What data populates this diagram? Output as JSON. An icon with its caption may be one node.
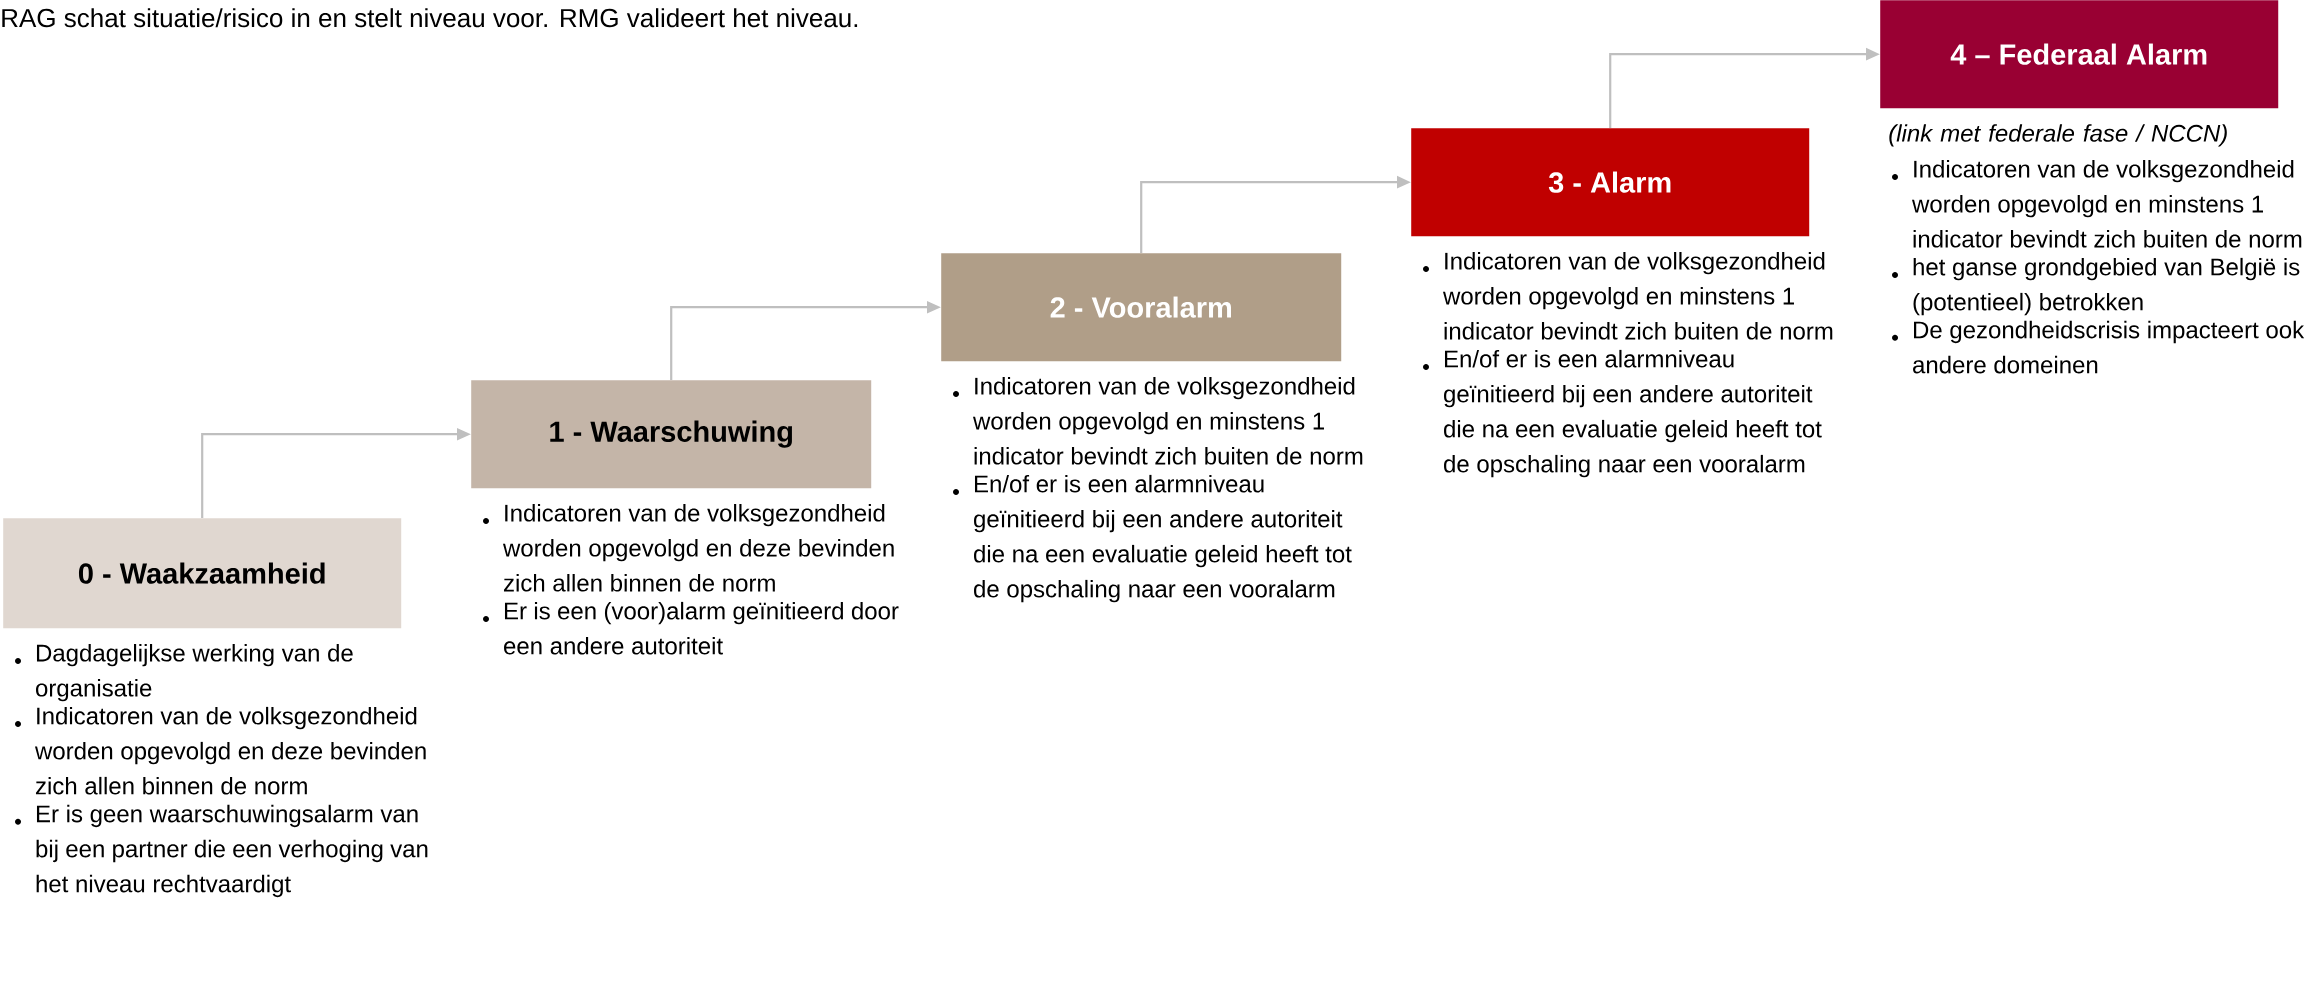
{
  "diagram": {
    "nodes": [
      {
        "text": [
          "0 - Waakzaamheid"
        ],
        "beside": [
          "Dagdagelijkse werking van de organisatie",
          "Indicatoren van de volksgezondheid worden opgevolgd en deze bevinden zich allen binnen de norm",
          "Er is geen waarschuwingsalarm van bij een partner die een verhoging van het niveau rechtvaardigt"
        ]
      },
      {
        "text": [
          "1 - Waarschuwing"
        ],
        "beside": [
          "Indicatoren van de volksgezondheid worden opgevolgd en deze bevinden zich allen binnen de norm",
          "Er is een (voor)alarm geïnitieerd door een andere autoriteit"
        ]
      },
      {
        "text": [
          "2 - Vooralarm"
        ],
        "beside": [
          "Indicatoren van de volksgezondheid worden opgevolgd en minstens 1 indicator bevindt zich buiten de norm",
          "En/of er is een alarmniveau geïnitieerd bij een andere autoriteit die na een evaluatie geleid heeft tot de opschaling naar een vooralarm"
        ]
      },
      {
        "text": [
          "3 - Alarm"
        ],
        "beside": [
          "Indicatoren van de volksgezondheid worden opgevolgd en minstens 1 indicator bevindt zich buiten de norm",
          "En/of er is een alarmniveau geïnitieerd bij een andere autoriteit die na een evaluatie geleid heeft tot de opschaling naar een vooralarm"
        ]
      },
      {
        "text": [
          "4 – Federaal Alarm",
          "(link met federale fase / NCCN)"
        ],
        "beside": [
          "Indicatoren van de volksgezondheid worden opgevolgd en minstens 1 indicator bevindt zich buiten de norm",
          "het ganse grondgebied van België is (potentieel) betrokken",
          "De gezondheidscrisis impacteert ook andere domeinen"
        ]
      }
    ],
    "edges": [
      {
        "from": 0,
        "to": 1,
        "arrow": "to"
      },
      {
        "from": 1,
        "to": 2,
        "arrow": "to"
      },
      {
        "from": 2,
        "to": 3,
        "arrow": "to"
      },
      {
        "from": 3,
        "to": 4,
        "arrow": "to"
      }
    ],
    "labels": [
      "RAG schat situatie/risico in en stelt niveau voor. RMG valideert het niveau."
    ]
  }
}
